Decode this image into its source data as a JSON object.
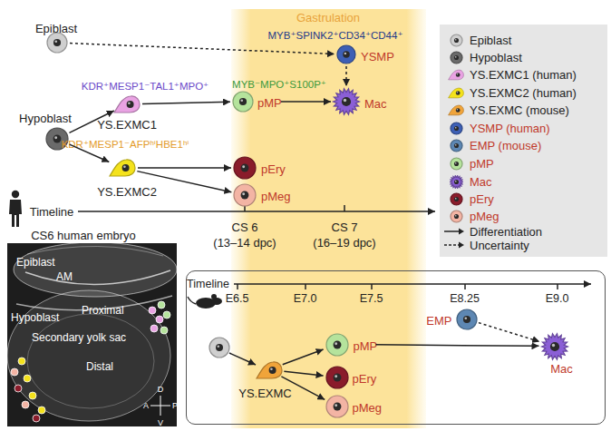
{
  "diagram": {
    "nodes": [
      {
        "text": [
          "Epiblast"
        ]
      },
      {
        "text": [
          "MYB⁺SPINK2⁺CD34⁺CD44⁺",
          "YSMP"
        ]
      },
      {
        "text": [
          "Hypoblast"
        ]
      },
      {
        "text": [
          "KDR⁺MESP1⁻TAL1⁺MPO⁺",
          "YS.EXMC1"
        ]
      },
      {
        "text": [
          "MYB⁻MPO⁺S100P⁺",
          "pMP"
        ]
      },
      {
        "text": [
          "Mac"
        ]
      },
      {
        "text": [
          "KDR⁺MESP1⁻AFPʰⁱHBE1ʰⁱ",
          "YS.EXMC2"
        ]
      },
      {
        "text": [
          "pEry"
        ]
      },
      {
        "text": [
          "pMeg"
        ]
      },
      {
        "text": [
          "Timeline",
          "E6.5",
          "E7.0",
          "E7.5",
          "E8.25",
          "E9.0"
        ]
      },
      {
        "text": [
          "YS.EXMC"
        ],
        "in": 9
      },
      {
        "text": [
          "pMP"
        ],
        "in": 9
      },
      {
        "text": [
          "pEry"
        ],
        "in": 9
      },
      {
        "text": [
          "pMeg"
        ],
        "in": 9
      },
      {
        "text": [
          "EMP"
        ],
        "in": 9
      },
      {
        "text": [
          "Mac"
        ],
        "in": 9
      }
    ],
    "edges": [
      {
        "from": 0,
        "to": 1,
        "arrow": "to"
      },
      {
        "from": 1,
        "to": 5,
        "arrow": "to"
      },
      {
        "from": 2,
        "to": 3,
        "arrow": "to"
      },
      {
        "from": 2,
        "to": 6,
        "arrow": "to"
      },
      {
        "from": 3,
        "to": 4,
        "arrow": "to"
      },
      {
        "from": 4,
        "to": 5,
        "arrow": "to"
      },
      {
        "from": 6,
        "to": 7,
        "arrow": "to"
      },
      {
        "from": 6,
        "to": 8,
        "arrow": "to"
      },
      {
        "from": 10,
        "to": 11,
        "arrow": "to"
      },
      {
        "from": 10,
        "to": 12,
        "arrow": "to"
      },
      {
        "from": 10,
        "to": 13,
        "arrow": "to"
      },
      {
        "from": 11,
        "to": 15,
        "arrow": "to"
      },
      {
        "from": 14,
        "to": 15,
        "arrow": "to"
      }
    ],
    "labels": [
      "Gastrulation",
      "Timeline",
      "CS 6",
      "(13–14 dpc)",
      "CS 7",
      "(16–19 dpc)",
      "CS6 human embryo",
      "Epiblast",
      "AM",
      "Hypoblast",
      "Proximal",
      "Secondary yolk sac",
      "Distal",
      "D",
      "A",
      "P",
      "V"
    ],
    "legend": [
      {
        "text": "Epiblast",
        "color": "#cfcfcf"
      },
      {
        "text": "Hypoblast",
        "color": "#6a6a6a"
      },
      {
        "text": "YS.EXMC1 (human)",
        "color": "#e9a3e3"
      },
      {
        "text": "YS.EXMC2 (human)",
        "color": "#f4e21c"
      },
      {
        "text": "YS.EXMC (mouse)",
        "color": "#f0a43a"
      },
      {
        "text": "YSMP (human)",
        "color": "#3d5fb5"
      },
      {
        "text": "EMP (mouse)",
        "color": "#5d87b3"
      },
      {
        "text": "pMP",
        "color": "#b5e39c"
      },
      {
        "text": "Mac",
        "color": "#8b5fd6"
      },
      {
        "text": "pEry",
        "color": "#8a1c2b"
      },
      {
        "text": "pMeg",
        "color": "#f3b4a4"
      },
      {
        "text": "Differentiation"
      },
      {
        "text": "Uncertainty"
      }
    ]
  }
}
